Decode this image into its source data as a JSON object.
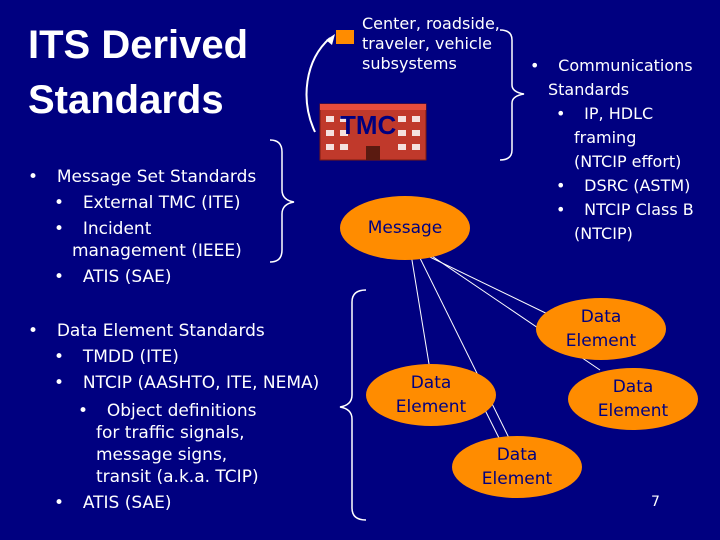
{
  "title": "ITS Derived\nStandards",
  "left": {
    "message_set": {
      "heading": "Message Set Standards",
      "items": [
        "External TMC (ITE)",
        "Incident\nmanagement (IEEE)",
        "ATIS (SAE)"
      ]
    },
    "data_element": {
      "heading": "Data Element Standards",
      "items": [
        "TMDD (ITE)",
        "NTCIP (AASHTO, ITE, NEMA)"
      ],
      "subitem": "Object definitions\nfor traffic signals,\nmessage signs,\ntransit (a.k.a. TCIP)",
      "last_item": "ATIS (SAE)"
    }
  },
  "center_label": "Center, roadside,\ntraveler, vehicle\nsubsystems",
  "tmc_label": "TMC",
  "communications": {
    "heading": "Communications\nStandards",
    "items": [
      "IP, HDLC\nframing\n(NTCIP effort)",
      "DSRC (ASTM)",
      "NTCIP Class B\n(NTCIP)"
    ]
  },
  "message_label": "Message",
  "data_elements": [
    "Data\nElement",
    "Data\nElement",
    "Data\nElement",
    "Data\nElement"
  ],
  "page_number": "7",
  "colors": {
    "background": "#000080",
    "ellipse": "#ff8c00",
    "building": "#c0392b",
    "text": "#ffffff"
  },
  "icons": {
    "bullet": "•",
    "building": "building-icon"
  }
}
